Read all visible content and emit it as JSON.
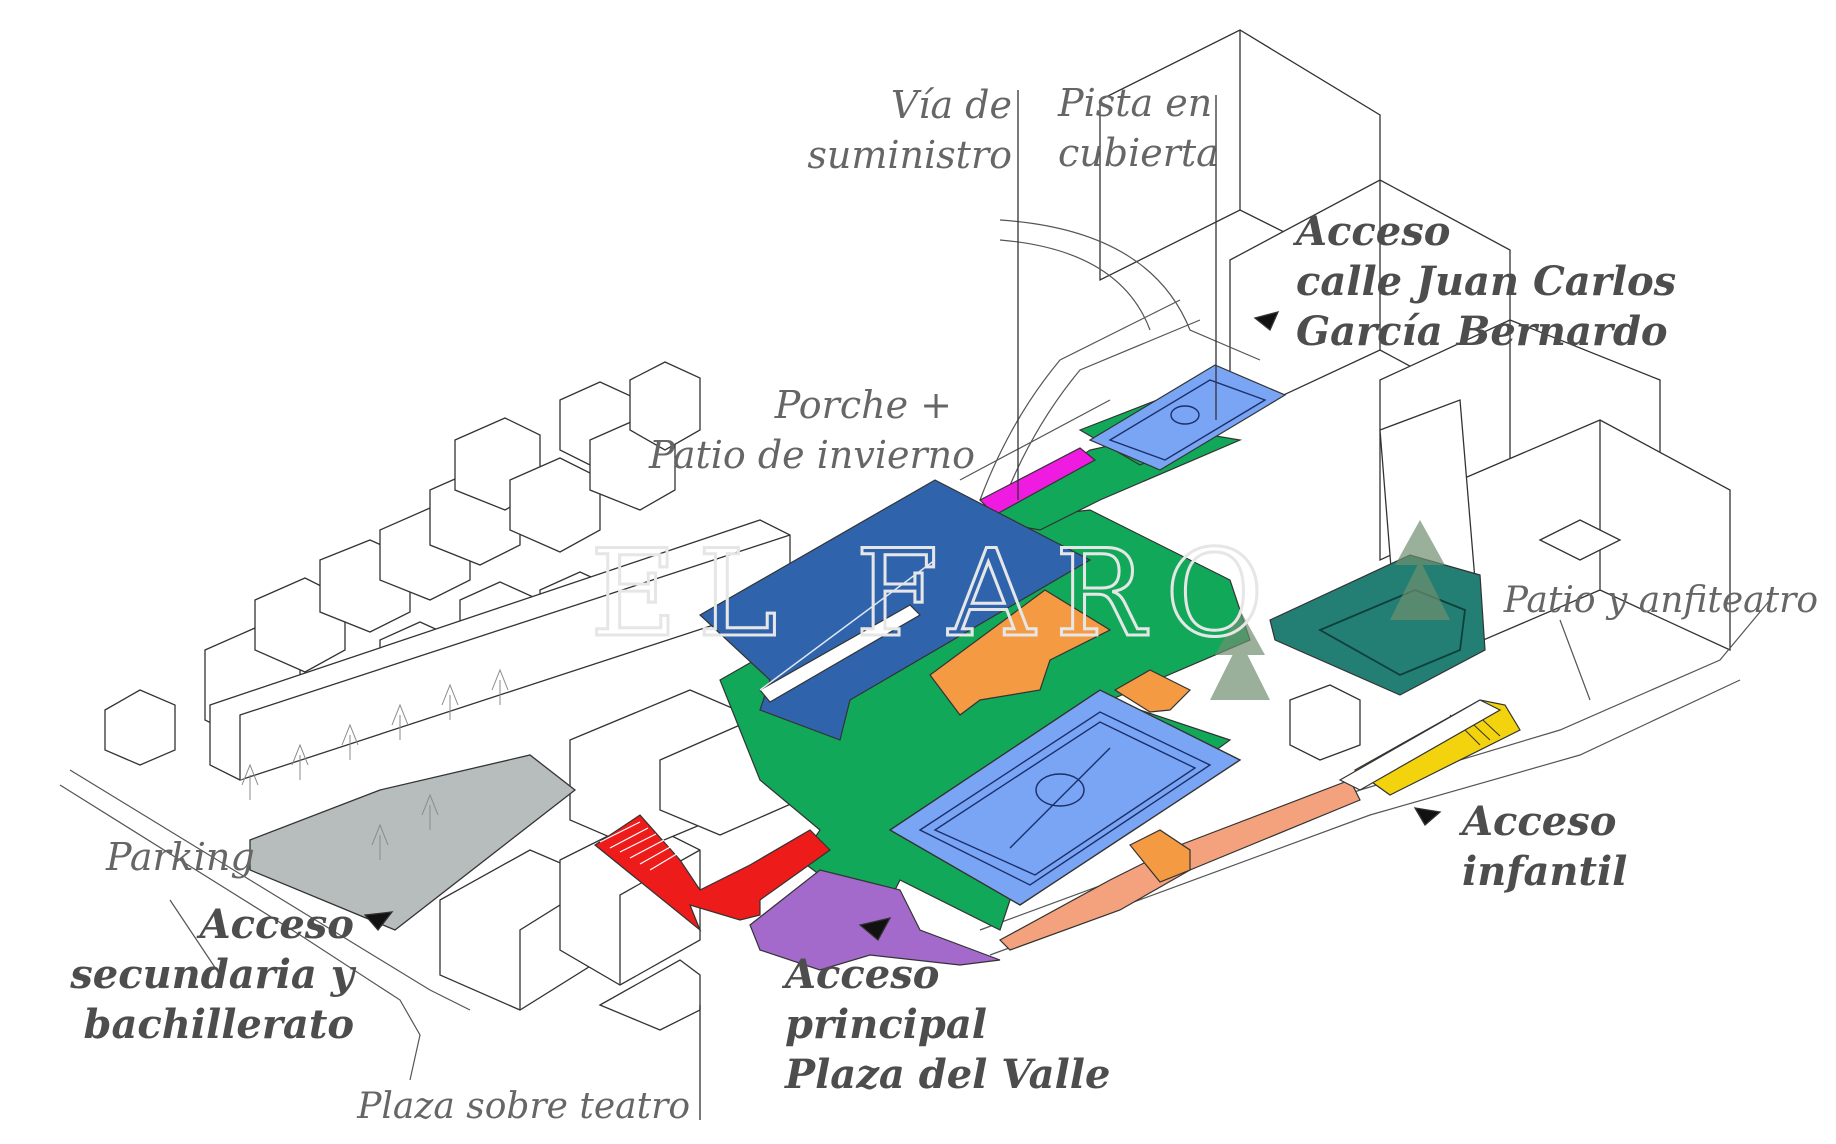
{
  "labels": {
    "via_suministro": [
      "Vía de",
      "suministro"
    ],
    "pista_cubierta": [
      "Pista en",
      "cubierta"
    ],
    "acceso_juan_carlos": [
      "Acceso",
      "calle Juan Carlos",
      "García Bernardo"
    ],
    "porche": [
      "Porche +",
      "Patio de invierno"
    ],
    "patio_anfiteatro": [
      "Patio y anfiteatro"
    ],
    "parking": [
      "Parking"
    ],
    "acceso_secundaria": [
      "Acceso",
      "secundaria y",
      "bachillerato"
    ],
    "acceso_principal": [
      "Acceso",
      "principal",
      "Plaza del Valle"
    ],
    "acceso_infantil": [
      "Acceso",
      "infantil"
    ],
    "plaza_teatro": [
      "Plaza sobre teatro"
    ]
  },
  "watermark": "EL FARO",
  "colors": {
    "porche_blue": "#2f64ad",
    "green": "#12a85a",
    "magenta": "#f01be0",
    "court_blue": "#7aa5f5",
    "orange": "#f39a43",
    "red": "#ee1b1b",
    "purple": "#a46acb",
    "salmon": "#f3a27d",
    "yellow": "#f3d30d",
    "teal": "#237f73",
    "parking_gray": "#b7bdbc"
  }
}
